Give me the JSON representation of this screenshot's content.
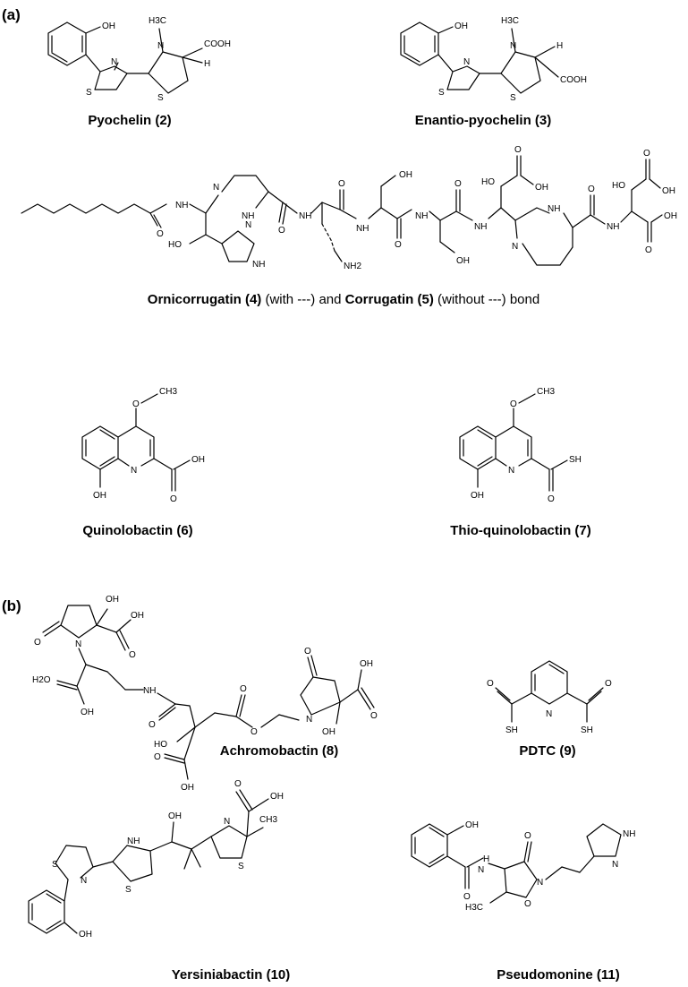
{
  "panels": {
    "a": "(a)",
    "b": "(b)"
  },
  "compounds": {
    "pyochelin": "Pyochelin (2)",
    "enantio_pyochelin": "Enantio-pyochelin (3)",
    "ornicorrugatin": "Ornicorrugatin (4)",
    "ornicorrugatin_note1": " (with ---) and ",
    "corrugatin": "Corrugatin (5)",
    "corrugatin_note2": " (without ---) bond",
    "quinolobactin": "Quinolobactin (6)",
    "thio_quinolobactin": "Thio-quinolobactin (7)",
    "achromobactin": "Achromobactin (8)",
    "pdtc": "PDTC (9)",
    "yersiniabactin": "Yersiniabactin (10)",
    "pseudomonine": "Pseudomonine (11)"
  },
  "atoms": {
    "OH": "OH",
    "N": "N",
    "S": "S",
    "H": "H",
    "H3C": "H3C",
    "COOH": "COOH",
    "HO": "HO",
    "O": "O",
    "NH": "NH",
    "NH2": "NH2",
    "SH": "SH",
    "CH3": "CH3",
    "H2O": "H2O"
  }
}
